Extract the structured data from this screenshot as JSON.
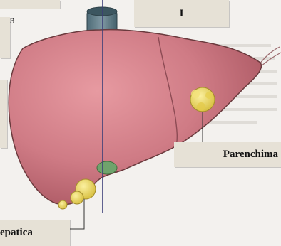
{
  "figure_number": "3",
  "labels": {
    "top_center": "I",
    "parenchyma": "Parenchima",
    "hepatic_hilum": "epatica"
  },
  "colors": {
    "background": "#f3f1ee",
    "liver_fill": "#cf7b85",
    "liver_outline": "#6a3a3d",
    "tumor": "#e5d35a",
    "label_box": "#e6e1d6",
    "vessel": "#5b7884",
    "section_line": "#3b3e78"
  }
}
